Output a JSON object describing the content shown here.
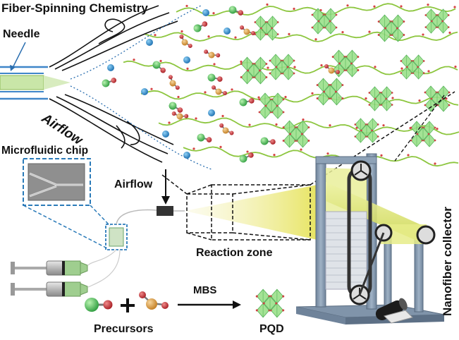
{
  "labels": {
    "title": "Fiber-Spinning Chemistry",
    "needle": "Needle",
    "airflow_top": "Airflow",
    "chip": "Microfluidic chip",
    "airflow_mid": "Airflow",
    "reaction_zone": "Reaction zone",
    "mbs": "MBS",
    "precursors": "Precursors",
    "pqd": "PQD",
    "collector": "Nanofiber collector"
  },
  "colors": {
    "fiber": "#8dc63f",
    "crystal": "#9be08a",
    "crystal_edge": "#4caf50",
    "precursor_green": "#3cba54",
    "precursor_red": "#c0282d",
    "precursor_blue": "#2a8fd0",
    "precursor_orange": "#e3a44a",
    "frame": "#7f93a8",
    "belt": "#333333",
    "jet": "#f3f19a",
    "chip_border": "#2b7bb9"
  }
}
